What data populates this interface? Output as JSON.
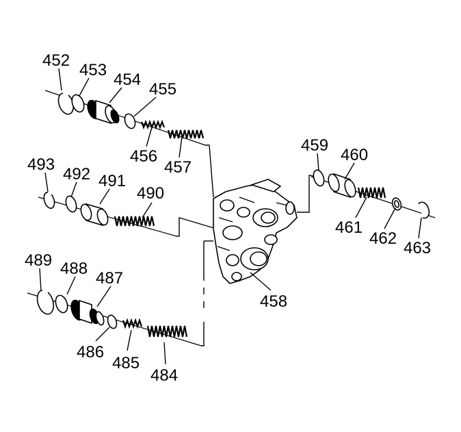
{
  "colors": {
    "ink": "#000000",
    "background": "#ffffff"
  },
  "callouts": {
    "c452": "452",
    "c453": "453",
    "c454": "454",
    "c455": "455",
    "c456": "456",
    "c457": "457",
    "c459": "459",
    "c460": "460",
    "c461": "461",
    "c462": "462",
    "c463": "463",
    "c493": "493",
    "c492": "492",
    "c491": "491",
    "c490": "490",
    "c458": "458",
    "c489": "489",
    "c488": "488",
    "c487": "487",
    "c486": "486",
    "c485": "485",
    "c484": "484"
  }
}
